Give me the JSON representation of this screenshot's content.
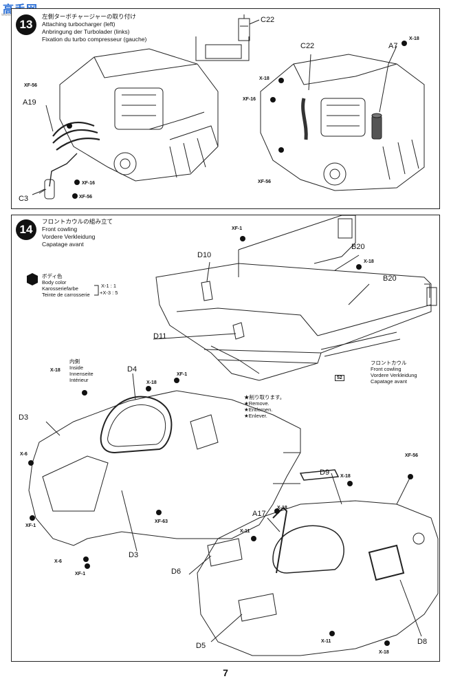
{
  "watermark": {
    "logo": "高手网",
    "url": "www.gaoshou.com"
  },
  "step13": {
    "number": "13",
    "title_lines": [
      "左側ターボチャージャーの取り付け",
      "Attaching turbocharger (left)",
      "Anbringung der Turbolader (links)",
      "Fixation du turbo compresseur (gauche)"
    ],
    "labels": {
      "c22_top": "C22",
      "c22_right": "C22",
      "a7": "A7",
      "a19": "A19",
      "c3": "C3"
    },
    "screws": {
      "xf56_a": "XF-56",
      "xf16_a": "XF-16",
      "xf56_b": "XF-56",
      "x18_a": "X-18",
      "x18_b": "X-18",
      "xf16_b": "XF-16",
      "xf56_c": "XF-56"
    }
  },
  "step14": {
    "number": "14",
    "title_lines": [
      "フロントカウルの組み立て",
      "Front cowling",
      "Vordere Verkleidung",
      "Capatage avant"
    ],
    "paint": {
      "lines": [
        "ボディ色",
        "Body color",
        "Karosseriefarbe",
        "Teinte de carrosserie"
      ],
      "mix": [
        "X-1 : 1",
        "+X-3 : 5"
      ]
    },
    "inside": {
      "lines": [
        "内側",
        "Inside",
        "Innenseite",
        "Intérieur"
      ],
      "paint": "X-18"
    },
    "remove": [
      "★削り取ります。",
      "★Remove.",
      "★Entfernen.",
      "★Enlever."
    ],
    "front_cowling": [
      "フロントカウル",
      "Front cowling",
      "Vordere Verkleidung",
      "Capatage avant"
    ],
    "labels": {
      "d10": "D10",
      "d11": "D11",
      "b20a": "B20",
      "b20b": "B20",
      "d4": "D4",
      "d3a": "D3",
      "d3b": "D3",
      "d9": "D9",
      "a17": "A17",
      "d6": "D6",
      "d5": "D5",
      "d8": "D8"
    },
    "screws": {
      "xf1_top": "XF-1",
      "x18_b20": "X-18",
      "x18_d4": "X-18",
      "xf1_d4": "XF-1",
      "x6_a": "X-6",
      "xf1_l": "XF-1",
      "xf63": "XF-63",
      "x6_b": "X-6",
      "xf1_b": "XF-1",
      "xf56": "XF-56",
      "x18_d9": "X-18",
      "x18_a17": "X-18",
      "x11_a": "X-11",
      "x11_b": "X-11",
      "x18_bot": "X-18"
    },
    "decal_num": "52"
  },
  "page_number": "7"
}
